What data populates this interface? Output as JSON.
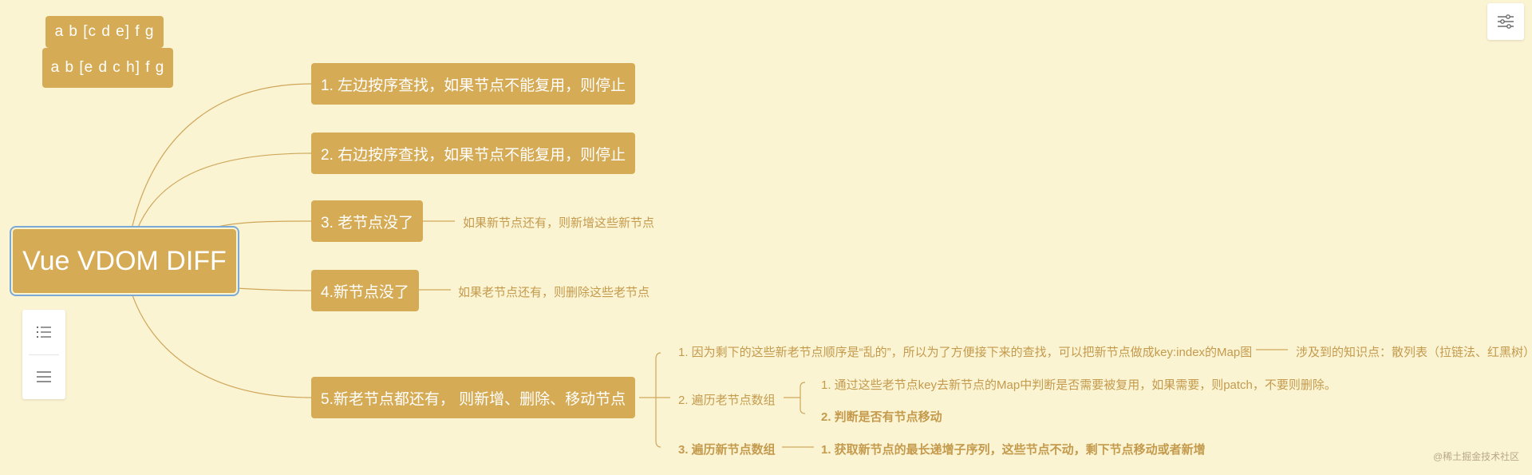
{
  "colors": {
    "node_bg": "#d6ab55",
    "line": "#cfa75b",
    "leaf_text": "#c49a4d",
    "background": "#fbf4d3",
    "root_outline": "#7aa9d6"
  },
  "root": {
    "label": "Vue VDOM DIFF"
  },
  "tags": [
    "a b [c d e] f g",
    "a b [e d c h] f g"
  ],
  "branches": [
    {
      "label": "1. 左边按序查找，如果节点不能复用，则停止"
    },
    {
      "label": "2. 右边按序查找，如果节点不能复用，则停止"
    },
    {
      "label": "3. 老节点没了",
      "note": "如果新节点还有，则新增这些新节点"
    },
    {
      "label": "4.新节点没了",
      "note": "如果老节点还有，则删除这些老节点"
    },
    {
      "label": "5.新老节点都还有，  则新增、删除、移动节点"
    }
  ],
  "sub": {
    "item1": {
      "label": "1. 因为剩下的这些新老节点顺序是“乱的”，所以为了方便接下来的查找，可以把新节点做成key:index的Map图",
      "note": "涉及到的知识点：散列表（拉链法、红黑树）"
    },
    "item2": {
      "label": "2. 遍历老节点数组",
      "children": [
        "1. 通过这些老节点key去新节点的Map中判断是否需要被复用，如果需要，则patch，不要则删除。",
        "2. 判断是否有节点移动"
      ]
    },
    "item3": {
      "label": "3. 遍历新节点数组",
      "child": "1. 获取新节点的最长递增子序列，这些节点不动，剩下节点移动或者新增"
    }
  },
  "toolbar": {
    "outline_icon": "list-numbered-icon",
    "menu_icon": "menu-icon",
    "settings_icon": "sliders-icon"
  },
  "watermark": "@稀土掘金技术社区"
}
